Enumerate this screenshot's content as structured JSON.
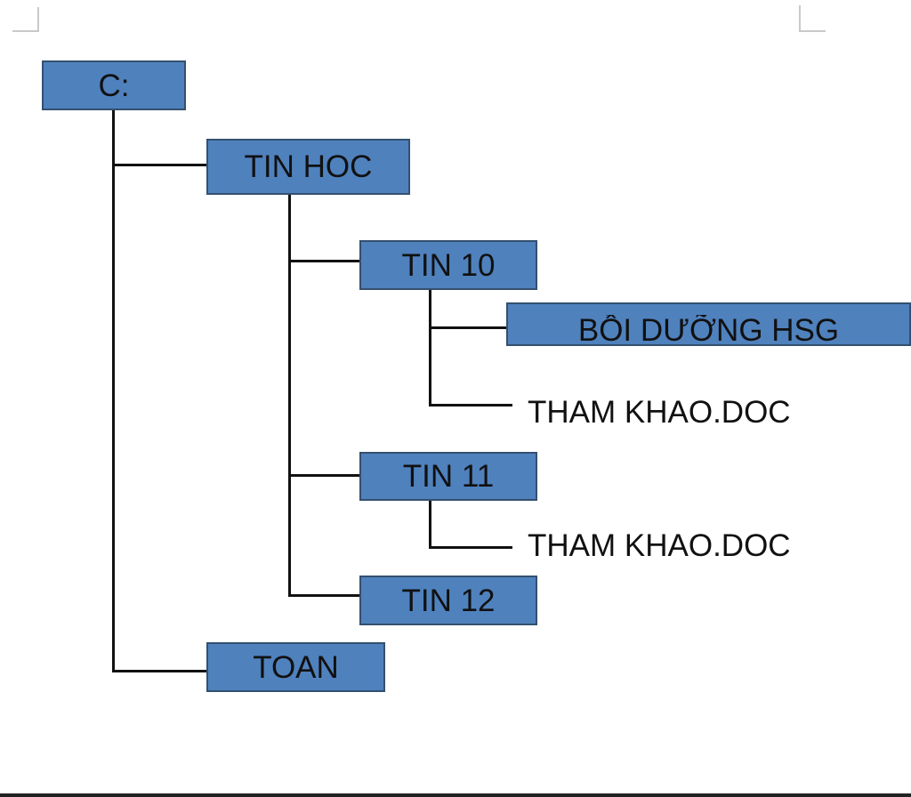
{
  "tree": {
    "root": {
      "label": "C:"
    },
    "tin_hoc": {
      "label": "TIN HOC"
    },
    "tin_10": {
      "label": "TIN 10"
    },
    "boi_duong": {
      "label": "BỒI DƯỠNG HSG"
    },
    "file_10": {
      "label": "THAM KHAO.DOC"
    },
    "tin_11": {
      "label": "TIN 11"
    },
    "file_11": {
      "label": "THAM KHAO.DOC"
    },
    "tin_12": {
      "label": "TIN 12"
    },
    "toan": {
      "label": "TOAN"
    }
  },
  "colors": {
    "node_fill": "#4f81bd",
    "node_border": "#34506f",
    "connector": "#111111",
    "text": "#111111"
  }
}
